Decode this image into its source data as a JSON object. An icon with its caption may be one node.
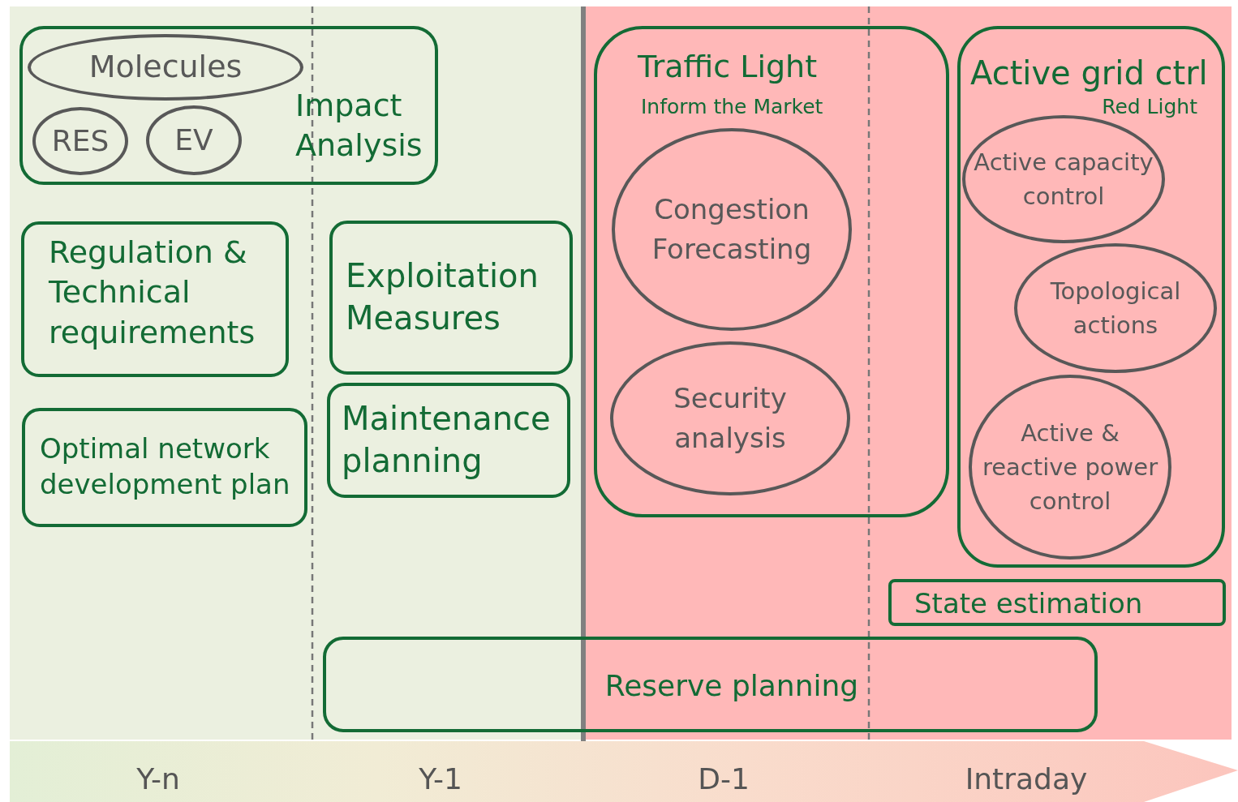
{
  "diagram": {
    "nodes": [
      {
        "text": [
          "Impact Analysis"
        ]
      },
      {
        "text": [
          "Molecules"
        ],
        "in": 0
      },
      {
        "text": [
          "RES"
        ],
        "in": 0
      },
      {
        "text": [
          "EV"
        ],
        "in": 0
      },
      {
        "text": [
          "Regulation & Technical requirements"
        ]
      },
      {
        "text": [
          "Optimal network development plan"
        ]
      },
      {
        "text": [
          "Exploitation Measures"
        ]
      },
      {
        "text": [
          "Maintenance planning"
        ]
      },
      {
        "text": [
          "Traffic Light",
          "Inform the Market"
        ]
      },
      {
        "text": [
          "Congestion Forecasting"
        ],
        "in": 8
      },
      {
        "text": [
          "Security analysis"
        ],
        "in": 8
      },
      {
        "text": [
          "Active grid ctrl",
          "Red Light"
        ]
      },
      {
        "text": [
          "Active capacity control"
        ],
        "in": 11
      },
      {
        "text": [
          "Topological actions"
        ],
        "in": 11
      },
      {
        "text": [
          "Active & reactive power control"
        ],
        "in": 11
      },
      {
        "text": [
          "State estimation"
        ]
      },
      {
        "text": [
          "Reserve planning"
        ]
      }
    ],
    "labels": [
      "Y-n",
      "Y-1",
      "D-1",
      "Intraday"
    ]
  }
}
